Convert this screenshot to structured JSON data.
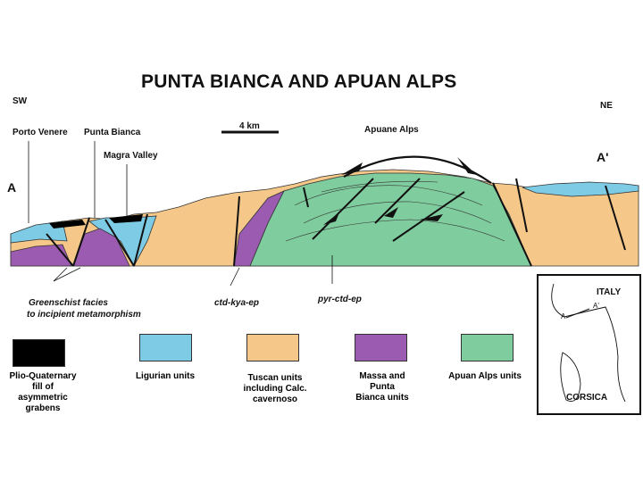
{
  "title": "PUNTA BIANCA AND APUAN ALPS",
  "section": {
    "sw": "SW",
    "ne": "NE",
    "a_left": "A",
    "a_right": "A'",
    "scale": "4 km",
    "places": {
      "porto_venere": "Porto Venere",
      "punta_bianca": "Punta Bianca",
      "magra_valley": "Magra Valley",
      "apuane_alps": "Apuane Alps"
    },
    "annotations": {
      "greenschist_1": "Greenschist  facies",
      "greenschist_2": "to  incipient  metamorphism",
      "ctd_kya_ep": "ctd-kya-ep",
      "pyr_ctd_ep": "pyr-ctd-ep"
    }
  },
  "legend": [
    {
      "label": "Plio-Quaternary fill of asymmetric grabens",
      "color": "#000000"
    },
    {
      "label": "Ligurian units",
      "color": "#7ecbe6"
    },
    {
      "label": "Tuscan units including Calc. cavernoso",
      "color": "#f5c88a"
    },
    {
      "label": "Massa and Punta Bianca units",
      "color": "#9b5bb0"
    },
    {
      "label": "Apuan Alps units",
      "color": "#7fcc9e"
    }
  ],
  "inset": {
    "italy": "ITALY",
    "corsica": "CORSICA",
    "a": "A",
    "a_prime": "A'"
  }
}
